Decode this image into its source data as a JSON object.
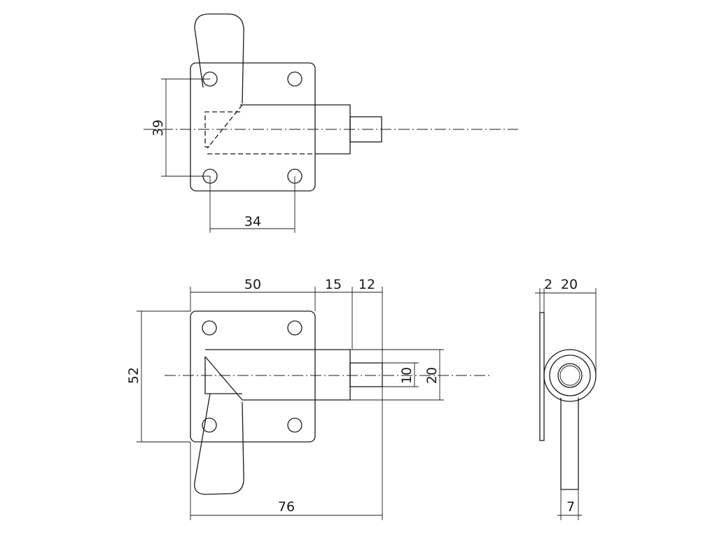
{
  "top_view": {
    "dim_hole_vertical": "39",
    "dim_hole_horizontal": "34"
  },
  "front_view": {
    "dim_plate_width": "50",
    "dim_housing_length": "15",
    "dim_pin_length": "12",
    "dim_plate_height": "52",
    "dim_pin_diameter": "10",
    "dim_housing_height": "20",
    "dim_overall_length": "76"
  },
  "side_view": {
    "dim_plate_thickness": "2",
    "dim_barrel_depth": "20",
    "dim_handle_width": "7"
  }
}
